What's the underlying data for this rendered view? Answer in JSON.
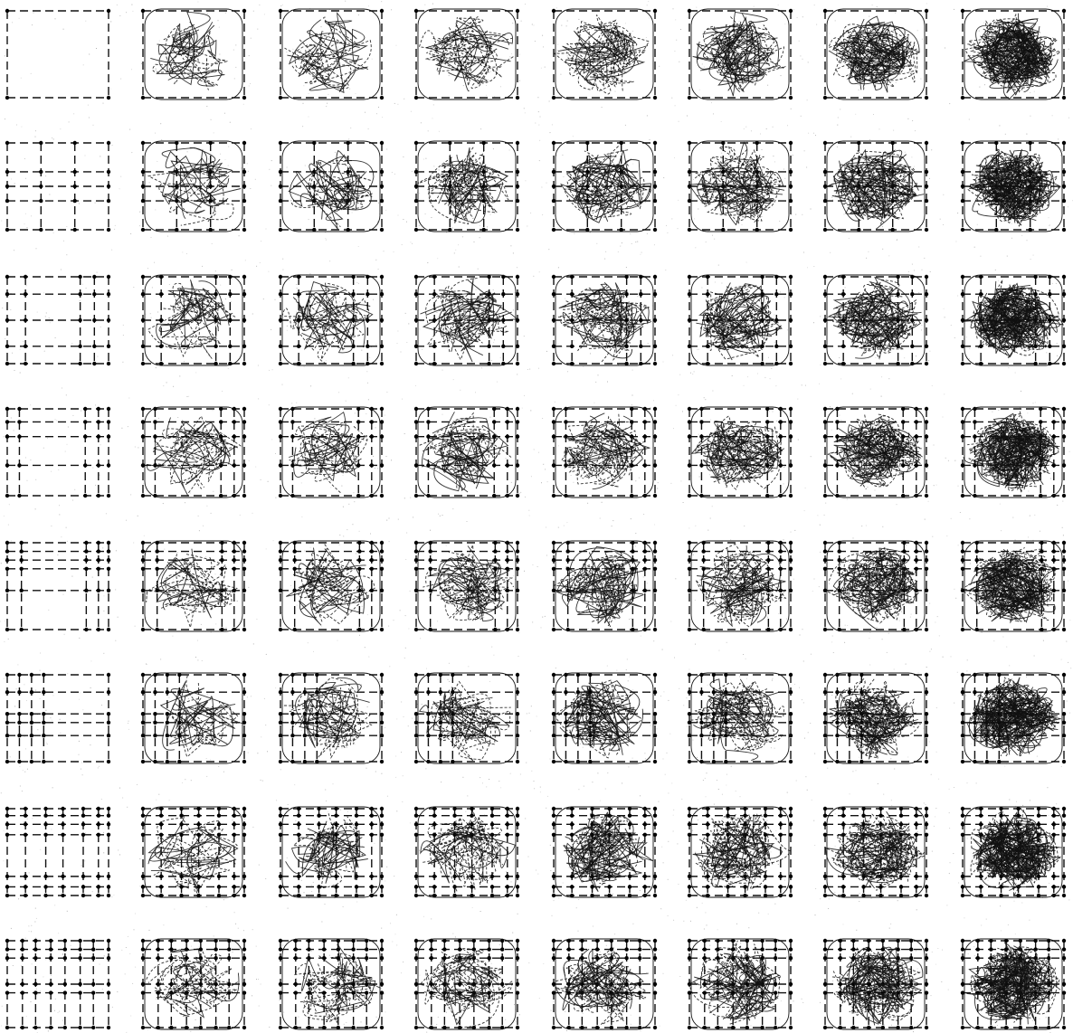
{
  "figure": {
    "rows": 8,
    "cols": 8,
    "ink_color": "#111111",
    "dot_color": "#000000",
    "noise_color": "#8a8a8a",
    "background": "#ffffff"
  },
  "row_patterns": [
    {
      "name": "plain-rectangle",
      "vx": [
        0,
        1
      ],
      "vy": [
        0,
        1
      ],
      "all_columns": true
    },
    {
      "name": "full-4x4-grid",
      "vx": [
        0,
        0.333,
        0.667,
        1
      ],
      "vy": [
        0,
        0.333,
        0.5,
        0.667,
        1
      ],
      "all_columns": true
    },
    {
      "name": "split-left-right",
      "vx": [
        0,
        0.18,
        0.72,
        0.86,
        1
      ],
      "vy": [
        0,
        0.2,
        0.5,
        0.8,
        1
      ],
      "all_columns": true
    },
    {
      "name": "corner-blocks",
      "vx": [
        0,
        0.12,
        0.77,
        0.9,
        1
      ],
      "vy": [
        0,
        0.15,
        0.32,
        0.65,
        1
      ],
      "all_columns": true
    },
    {
      "name": "double-rails-top",
      "vx": [
        0,
        0.14,
        0.78,
        0.9,
        1
      ],
      "vy": [
        0,
        0.1,
        0.2,
        0.3,
        0.55,
        1
      ],
      "all_columns": true
    },
    {
      "name": "double-rails-middle",
      "vx": [
        0,
        0.12,
        0.24,
        0.36,
        1
      ],
      "vy": [
        0,
        0.2,
        0.45,
        0.55,
        0.7,
        1
      ],
      "all_columns": true
    },
    {
      "name": "stacked-blocks",
      "vx": [
        0,
        0.18,
        0.38,
        0.55,
        0.75,
        0.9,
        1
      ],
      "vy": [
        0,
        0.08,
        0.18,
        0.3,
        0.78,
        0.9,
        1
      ],
      "all_columns": true
    },
    {
      "name": "dense-lattice",
      "vx": [
        0,
        0.15,
        0.28,
        0.43,
        0.57,
        0.72,
        0.85,
        1
      ],
      "vy": [
        0,
        0.1,
        0.2,
        0.5,
        0.6,
        1
      ],
      "all_columns": true
    }
  ],
  "column_stroke_counts": [
    0,
    10,
    12,
    14,
    18,
    20,
    28,
    45
  ]
}
